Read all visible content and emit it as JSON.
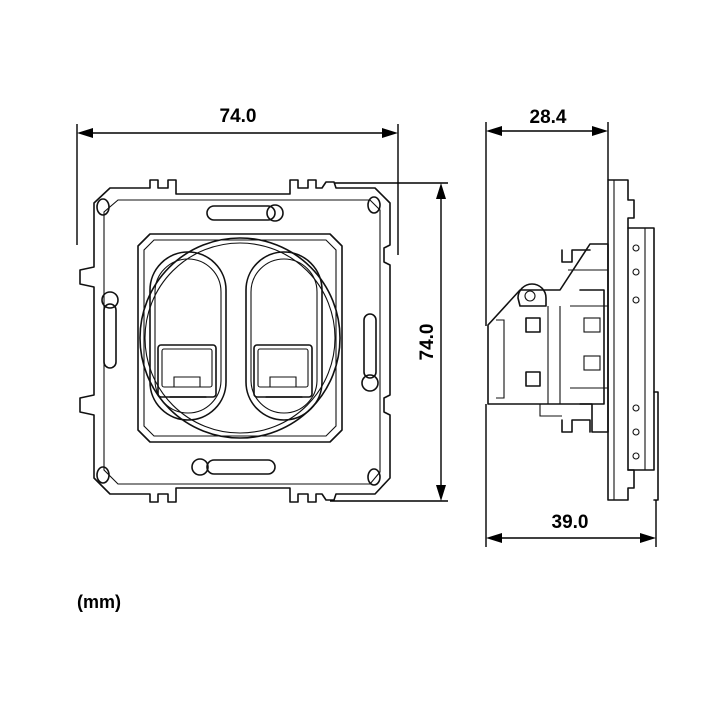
{
  "dimensions": {
    "front_width": "74.0",
    "front_height": "74.0",
    "side_depth_top": "28.4",
    "side_depth_bottom": "39.0"
  },
  "unit_label": "(mm)"
}
